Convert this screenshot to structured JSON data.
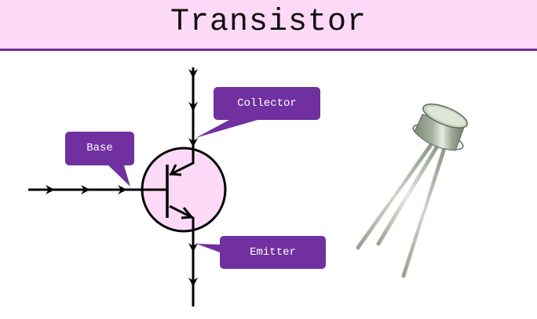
{
  "header": {
    "title": "Transistor",
    "background": "#fcdaf7",
    "underline_color": "#7030a0"
  },
  "diagram": {
    "symbol": "npn-transistor-circuit-symbol",
    "circle_fill": "#fcdaf7",
    "callout_color": "#7030a0",
    "labels": {
      "base": "Base",
      "collector": "Collector",
      "emitter": "Emitter"
    },
    "illustration": "to-can-transistor-with-three-leads"
  }
}
